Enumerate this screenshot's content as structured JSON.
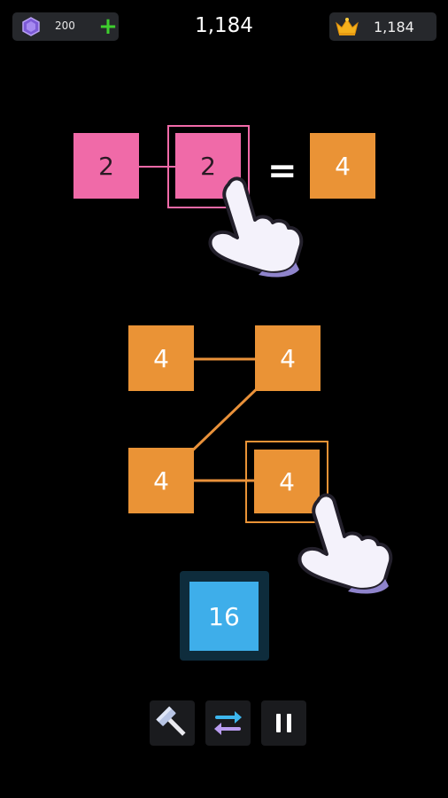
{
  "hud": {
    "gems": "200",
    "score": "1,184",
    "best_score": "1,184"
  },
  "tutorial_row1": {
    "tile_a": "2",
    "tile_b": "2",
    "equals": "=",
    "result": "4"
  },
  "tutorial_row2": {
    "tiles": [
      "4",
      "4",
      "4",
      "4"
    ]
  },
  "target": {
    "value": "16"
  },
  "toolbar": {
    "icons": [
      "hammer-icon",
      "swap-icon",
      "pause-icon"
    ]
  },
  "colors": {
    "pink_tile": "#f06aa8",
    "orange_tile": "#ea9336",
    "blue_tile": "#3eaeea",
    "plus_green": "#3ecf2e"
  }
}
